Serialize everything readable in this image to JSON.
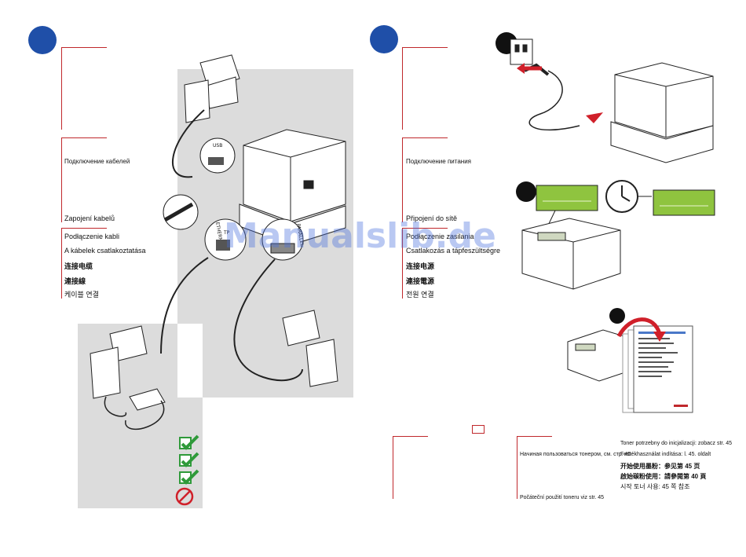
{
  "left": {
    "cable_labels": [
      "Подключение кабелей",
      "Zapojení kabelů",
      "Podłączenie kabli",
      "A kábelek csatlakoztatása",
      "连接电缆",
      "連接線",
      "케이블 연결"
    ],
    "port_labels": {
      "usb": "USB",
      "ethernet": "ETHERNET",
      "tp": "TP",
      "parallel": "PARALLEL"
    }
  },
  "right": {
    "power_labels": [
      "Подключение питания",
      "Připojení do sítě",
      "Podłączenie zasilania",
      "Csatlakozás a tápfeszültségre",
      "连接电源",
      "連接電源",
      "전원 연결"
    ],
    "toner_left": [
      "Начиная пользоваться тонером, см. стр. 45",
      "Počáteční použití toneru viz str. 45"
    ],
    "toner_right": [
      "Toner potrzebny do inicjalizacji: zobacz str. 45",
      "Festékhasználat indítása: l. 45. oldalt",
      "开始使用墨粉：参见第 45 页",
      "啟始碳粉使用：請參閱第 40 頁",
      "시작 토너 사용: 45 쪽 참조"
    ]
  },
  "watermark": "Manualslib.de",
  "colors": {
    "accent_blue": "#1f4fa8",
    "rule_red": "#c0282c",
    "panel_gray": "#dcdcdc",
    "lcd_green": "#8fc43f",
    "check_green": "#2f9a3a",
    "no_red": "#d0202a"
  }
}
